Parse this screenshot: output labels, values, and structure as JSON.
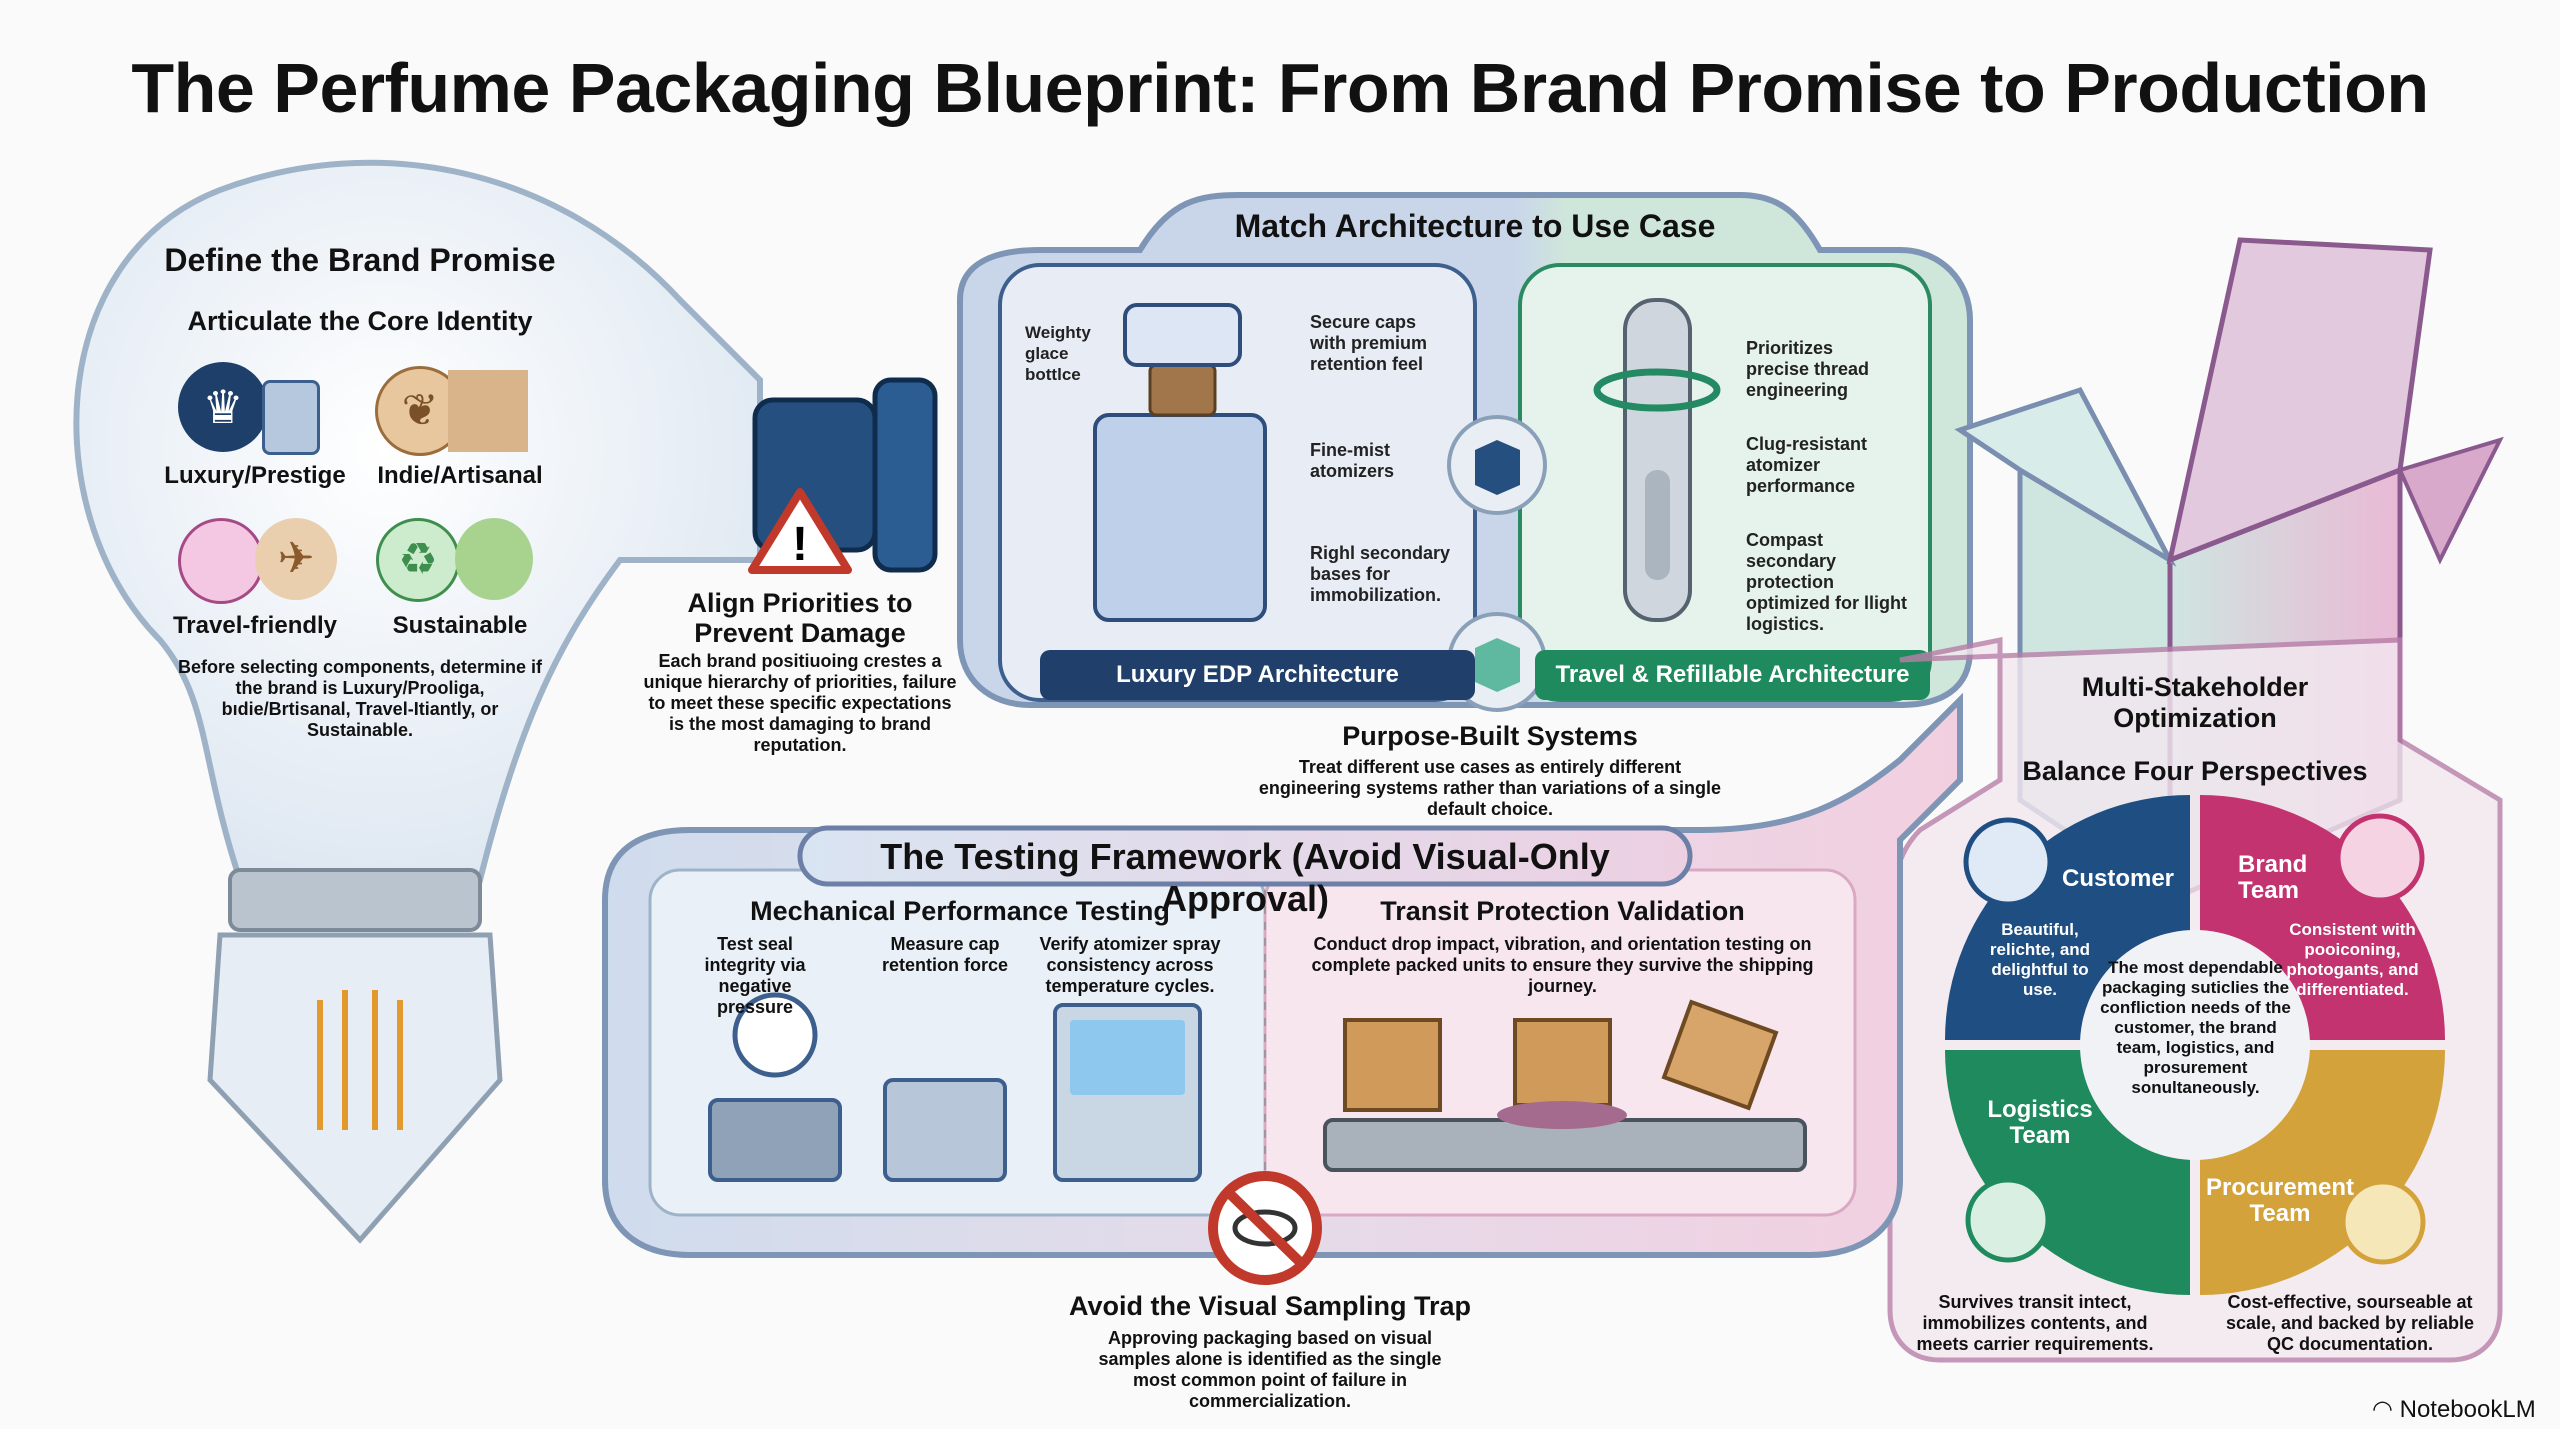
{
  "title": "The Perfume Packaging Blueprint: From Brand Promise to Production",
  "brand_promise": {
    "heading": "Define the Brand Promise",
    "subheading": "Articulate the Core Identity",
    "identities": [
      {
        "label": "Luxury/Prestige",
        "icons": [
          "crown-icon",
          "perfume-bottle-icon"
        ]
      },
      {
        "label": "Indie/Artisanal",
        "icons": [
          "leaf-icon",
          "kraft-paper-icon"
        ]
      },
      {
        "label": "Travel-friendly",
        "icons": [
          "travel-atomizer-icon",
          "airplane-icon"
        ]
      },
      {
        "label": "Sustainable",
        "icons": [
          "recycle-leaf-icon",
          "bamboo-icon"
        ]
      }
    ],
    "description": "Before selecting components, determine if the brand is Luxury/Prooliga, bıdie/Brtisanal, Travel-Itiantly, or Sustainable."
  },
  "align": {
    "heading": "Align Priorities to Prevent Damage",
    "description": "Each brand positiuoing crestes a unique hierarchy of priorities, failure to meet these specific expectations is the most damaging to brand reputation."
  },
  "architecture": {
    "heading": "Match Architecture to Use Case",
    "luxury": {
      "label": "Luxury EDP Architecture",
      "callouts": [
        "Weighty glace bottlce",
        "Secure caps with premium retention feel",
        "Fine-mist atomizers",
        "Righl secondary bases for immobilization."
      ]
    },
    "travel": {
      "label": "Travel & Refillable Architecture",
      "callouts": [
        "Prioritizes precise thread engineering",
        "Clug-resistant atomizer performance",
        "Compast secondary protection optimized for llight logistics."
      ]
    },
    "purpose_heading": "Purpose-Built Systems",
    "purpose_description": "Treat different use cases as entirely different engineering systems rather than variations of a single default choice."
  },
  "testing": {
    "heading": "The Testing Framework (Avoid Visual-Only Approval)",
    "mechanical": {
      "heading": "Mechanical Performance Testing",
      "steps": [
        "Test seal integrity via negative pressure",
        "Measure cap retention force",
        "Verify atomizer spray consistency across temperature cycles."
      ]
    },
    "transit": {
      "heading": "Transit Protection Validation",
      "description": "Conduct drop impact, vibration, and orientation testing on complete packed units to ensure they survive the shipping journey."
    },
    "trap_heading": "Avoid the Visual Sampling Trap",
    "trap_description": "Approving packaging based on visual samples alone is identified as the single most common point of failure in commercialization."
  },
  "stakeholders": {
    "heading": "Multi-Stakeholder Optimization",
    "subheading": "Balance Four Perspectives",
    "center": "The most dependable packaging suticlies the confliction needs of the customer, the brand team, logistics, and prosurement sonultaneously.",
    "quadrants": [
      {
        "label": "Customer",
        "text": "Beautiful, relichte, and delightful to use.",
        "color": "#1f4e82"
      },
      {
        "label": "Brand Team",
        "text": "Consistent with pooiconing, photogants, and differentiated.",
        "color": "#c2336f"
      },
      {
        "label": "Logistics Team",
        "text": "Survives transit intect, immobilizes contents, and meets carrier requirements.",
        "color": "#1f8a5e"
      },
      {
        "label": "Procurement Team",
        "text": "Cost-effective, sourseable at scale, and backed by reliable QC documentation.",
        "color": "#d3a23a"
      }
    ]
  },
  "watermark": "NotebookLM"
}
